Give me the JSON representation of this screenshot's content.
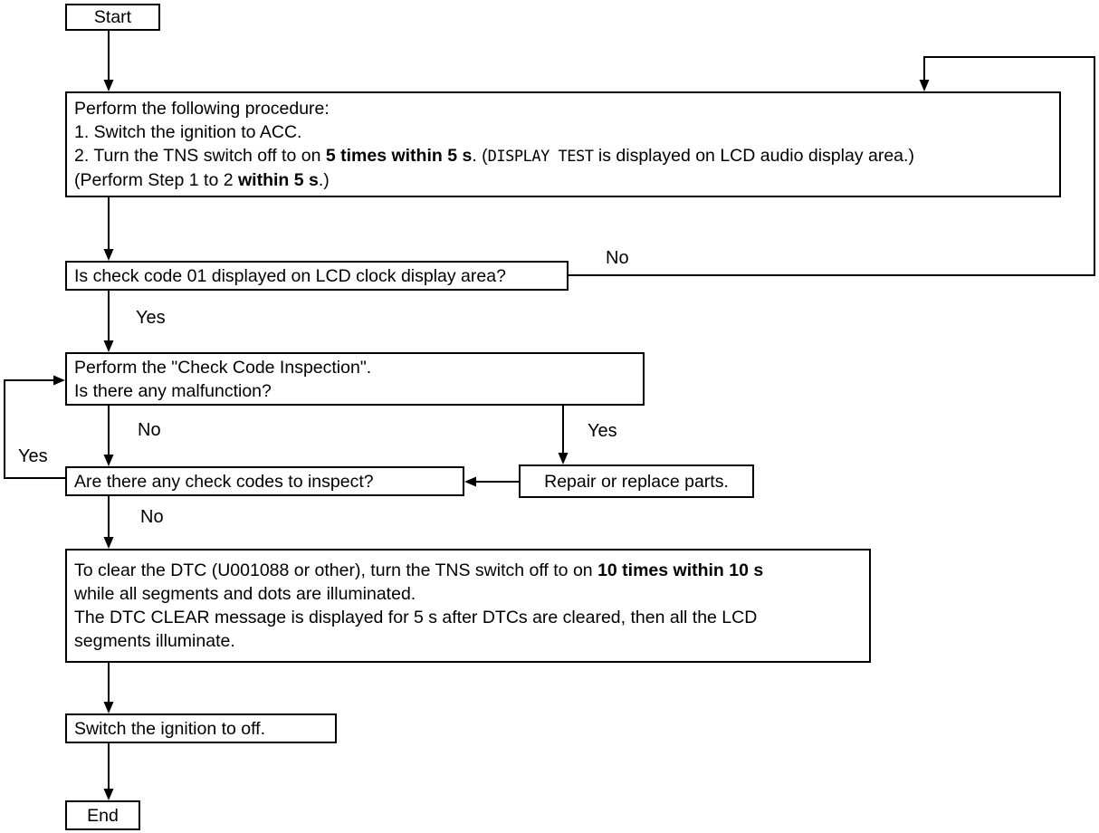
{
  "flowchart": {
    "start": {
      "label": "Start"
    },
    "procedure1": {
      "line1": "Perform the following procedure:",
      "line2": "1. Switch the ignition to ACC.",
      "line3_a": "2. Turn the TNS switch off to on ",
      "line3_bold": "5 times within 5 s",
      "line3_b": ". (",
      "line3_lcd": "DISPLAY TEST",
      "line3_c": " is displayed on LCD audio display area.)",
      "line4_a": "(Perform Step 1 to 2 ",
      "line4_bold": "within 5 s",
      "line4_b": ".)"
    },
    "question1": {
      "text": "Is check code 01 displayed on LCD clock display area?"
    },
    "question2": {
      "line1": "Perform the \"Check Code Inspection\".",
      "line2": "Is there any malfunction?"
    },
    "question3": {
      "text": "Are there any check codes to inspect?"
    },
    "repair": {
      "text": "Repair or replace parts."
    },
    "procedure2": {
      "line1_a": "To clear the DTC (U001088 or other), turn the TNS switch off to on ",
      "line1_bold": "10 times within 10 s",
      "line2": "while all segments and dots are illuminated.",
      "line3": "The DTC CLEAR message is displayed for 5 s after DTCs are cleared, then all the LCD",
      "line4": "segments illuminate."
    },
    "ignition_off": {
      "text": "Switch the ignition to off."
    },
    "end": {
      "label": "End"
    },
    "labels": {
      "q1_yes": "Yes",
      "q1_no": "No",
      "q2_no": "No",
      "q2_yes": "Yes",
      "q3_yes": "Yes",
      "q3_no": "No"
    },
    "colors": {
      "line": "#000000",
      "box_border": "#000000",
      "background": "#ffffff",
      "text": "#000000"
    }
  }
}
